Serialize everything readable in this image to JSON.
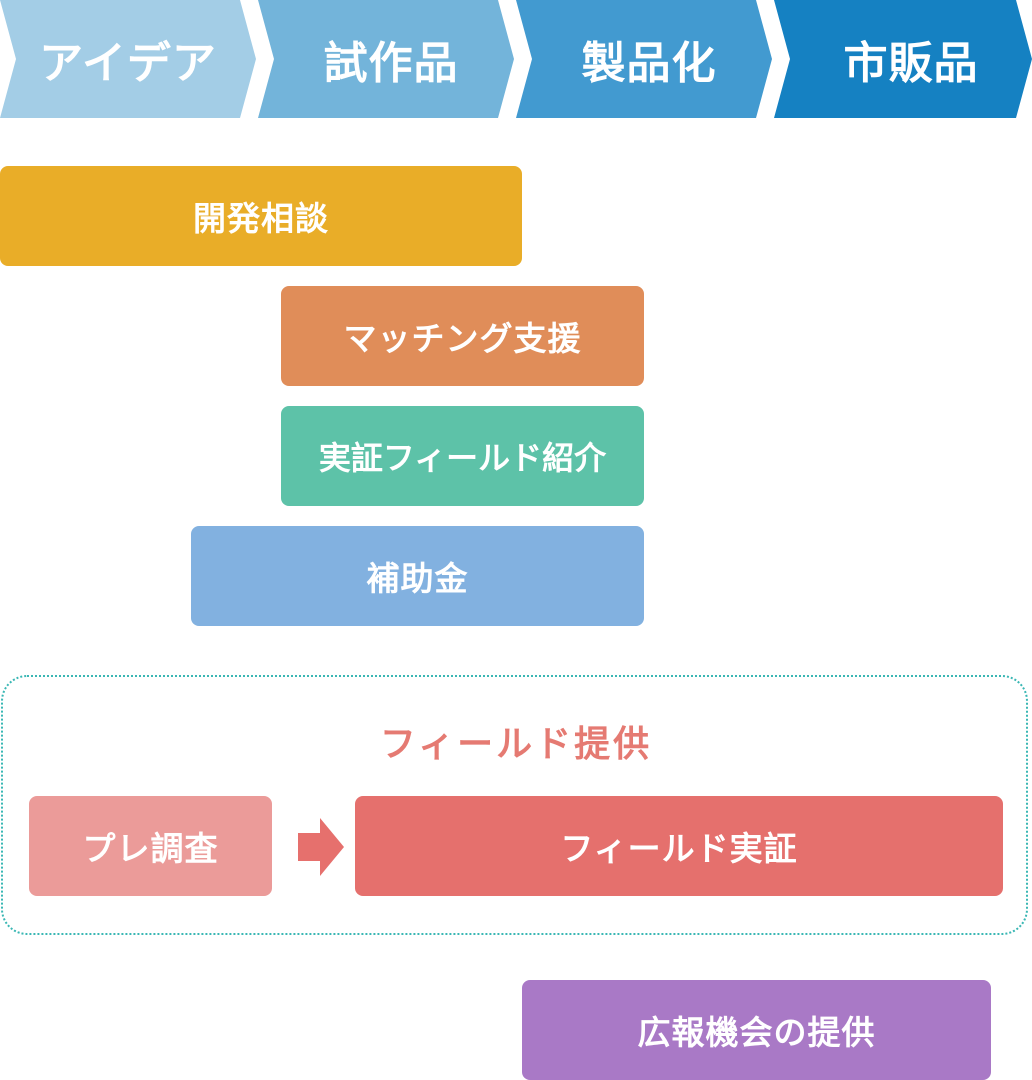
{
  "stages": [
    {
      "label": "アイデア",
      "color": "#a3cde6"
    },
    {
      "label": "試作品",
      "color": "#73b4da"
    },
    {
      "label": "製品化",
      "color": "#429ad0"
    },
    {
      "label": "市販品",
      "color": "#1581c2"
    }
  ],
  "supports": {
    "development_consultation": {
      "label": "開発相談",
      "color": "#e9ad28"
    },
    "matching_support": {
      "label": "マッチング支援",
      "color": "#e08d59"
    },
    "field_introduction": {
      "label": "実証フィールド紹介",
      "color": "#5dc2a8"
    },
    "subsidy": {
      "label": "補助金",
      "color": "#82b1e0"
    }
  },
  "field_provision": {
    "title": "フィールド提供",
    "title_color": "#e57a72",
    "border_color": "#3ab7b4",
    "pre_survey": {
      "label": "プレ調査",
      "color": "#eb9b99"
    },
    "arrow_color": "#e6706d",
    "field_test": {
      "label": "フィールド実証",
      "color": "#e5706d"
    }
  },
  "pr_opportunity": {
    "label": "広報機会の提供",
    "color": "#a979c6"
  }
}
